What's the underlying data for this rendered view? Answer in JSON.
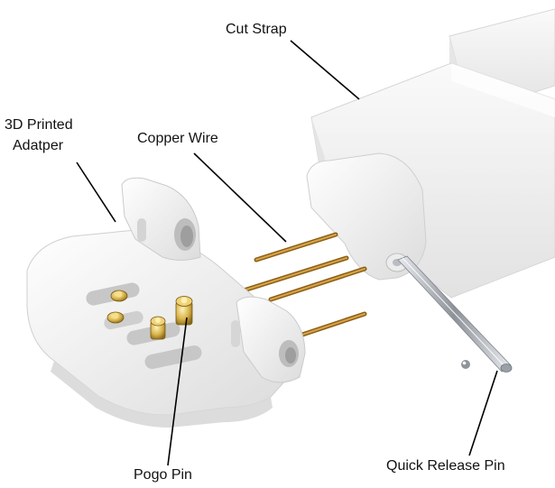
{
  "labels": {
    "cut_strap": "Cut Strap",
    "adapter_line1": "3D Printed",
    "adapter_line2": "Adatper",
    "copper_wire": "Copper Wire",
    "pogo_pin": "Pogo Pin",
    "quick_release_pin": "Quick Release Pin"
  },
  "colors": {
    "background": "#ffffff",
    "plastic": "#f2f2f2",
    "plastic_shade": "#d9d9d9",
    "copper": "#b8862b",
    "gold": "#d8b34a",
    "steel": "#a9adb3",
    "leader_line": "#000000"
  }
}
